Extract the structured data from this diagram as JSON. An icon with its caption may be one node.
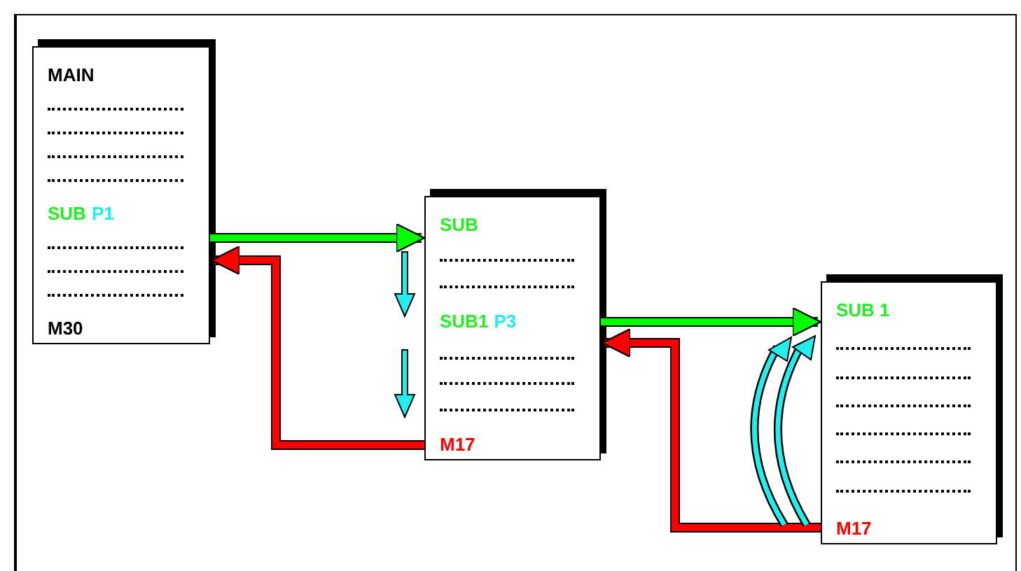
{
  "diagram": {
    "nodes": [
      {
        "text": [
          "MAIN",
          "SUB",
          "P1",
          "M30"
        ]
      },
      {
        "text": [
          "SUB",
          "SUB1",
          "P3",
          "M17"
        ]
      },
      {
        "text": [
          "SUB 1",
          "M17"
        ]
      }
    ],
    "edges": [
      {
        "from": 0,
        "to": 1,
        "arrow": "to",
        "color": "#00ff00"
      },
      {
        "from": 1,
        "to": 0,
        "arrow": "to",
        "color": "#ff0000"
      },
      {
        "from": 1,
        "to": 2,
        "arrow": "to",
        "color": "#00ff00"
      },
      {
        "from": 2,
        "to": 1,
        "arrow": "to",
        "color": "#ff0000"
      }
    ]
  }
}
